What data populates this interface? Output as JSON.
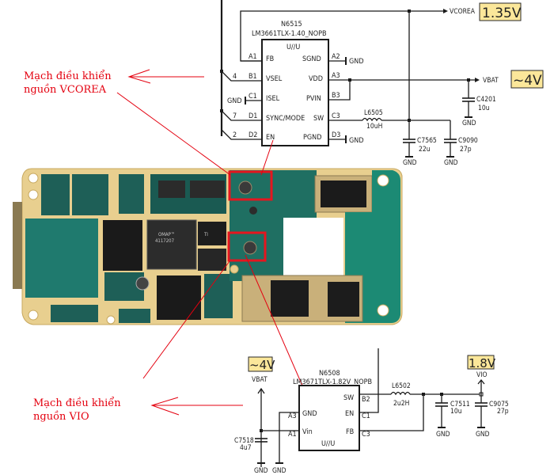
{
  "annotations": {
    "vcorea": {
      "line1": "Mạch điều khiển",
      "line2": "nguồn VCOREA"
    },
    "vio": {
      "line1": "Mạch điều khiển",
      "line2": "nguồn VIO"
    }
  },
  "voltage_badges": {
    "vcorea": "1.35V",
    "vbat_top": "~4V",
    "vbat_bottom": "~4V",
    "vio": "1.8V"
  },
  "chip_top": {
    "ref": "N6515",
    "part": "LM3661TLX-1.40_NOPB",
    "package": "U//U",
    "left_pins": [
      {
        "ball": "A1",
        "name": "FB",
        "net": ""
      },
      {
        "ball": "B1",
        "name": "VSEL",
        "net": "4"
      },
      {
        "ball": "C1",
        "name": "ISEL",
        "net": "GND"
      },
      {
        "ball": "D1",
        "name": "SYNC/MODE",
        "net": "7"
      },
      {
        "ball": "D2",
        "name": "EN",
        "net": "2"
      }
    ],
    "right_pins": [
      {
        "ball": "A2",
        "name": "SGND",
        "net": "GND"
      },
      {
        "ball": "A3",
        "name": "VDD",
        "net": ""
      },
      {
        "ball": "B3",
        "name": "PVIN",
        "net": ""
      },
      {
        "ball": "C3",
        "name": "SW",
        "net": ""
      },
      {
        "ball": "D3",
        "name": "PGND",
        "net": "GND"
      }
    ],
    "nets": {
      "out": "VCOREA",
      "in": "VBAT",
      "gnd": "GND"
    },
    "inductor": {
      "ref": "L6505",
      "value": "10uH"
    },
    "caps": [
      {
        "ref": "C4201",
        "value": "10u"
      },
      {
        "ref": "C7565",
        "value": "22u"
      },
      {
        "ref": "C9090",
        "value": "27p"
      }
    ]
  },
  "chip_bottom": {
    "ref": "N6508",
    "part": "LM3671TLX-1.82V_NOPB",
    "package": "U//U",
    "left_pins": [
      {
        "ball": "A3",
        "name": "GND"
      },
      {
        "ball": "A1",
        "name": "Vin"
      }
    ],
    "right_pins": [
      {
        "ball": "B2",
        "name": "SW"
      },
      {
        "ball": "C1",
        "name": "EN"
      },
      {
        "ball": "C3",
        "name": "FB"
      }
    ],
    "nets": {
      "in": "VBAT",
      "out": "VIO",
      "gnd": "GND"
    },
    "inductor": {
      "ref": "L6502",
      "value": "2u2H"
    },
    "caps": [
      {
        "ref": "C7518",
        "value": "4u7"
      },
      {
        "ref": "C7511",
        "value": "10u"
      },
      {
        "ref": "C9075",
        "value": "27p"
      }
    ]
  },
  "pcb": {
    "chip_labels": [
      "OMAP™",
      "4117207",
      "TI"
    ]
  },
  "colors": {
    "annotation_red": "#e4000f",
    "badge_fill": "#fbe79a",
    "pcb_gold": "#e8cf8f",
    "pcb_green": "#1f6f62",
    "highlight_box": "#e5161f"
  }
}
